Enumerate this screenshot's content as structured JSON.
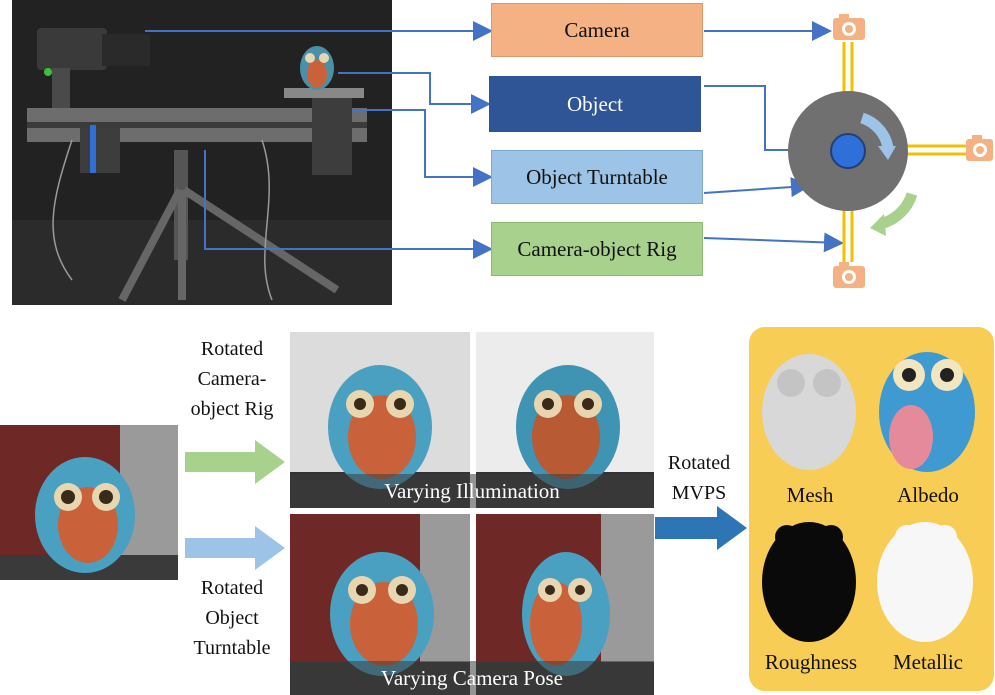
{
  "labels": {
    "camera": "Camera",
    "object": "Object",
    "object_turntable": "Object Turntable",
    "camera_object_rig": "Camera-object Rig"
  },
  "left_texts": {
    "rig": "Rotated Camera-object Rig",
    "rig_lines": [
      "Rotated",
      "Camera-",
      "object Rig"
    ],
    "turntable_lines": [
      "Rotated",
      "Object",
      "Turntable"
    ]
  },
  "captions": {
    "illumination": "Varying Illumination",
    "camera_pose": "Varying Camera Pose"
  },
  "mvps_lines": [
    "Rotated",
    "MVPS"
  ],
  "panel": {
    "mesh": "Mesh",
    "albedo": "Albedo",
    "roughness": "Roughness",
    "metallic": "Metallic"
  },
  "colors": {
    "camera_box": "#f4b183",
    "object_box": "#2f5597",
    "turntable_box": "#9dc3e6",
    "rig_box": "#a9d18e",
    "arrow_blue": "#4472c4",
    "rig_arrow": "#a9d18e",
    "turntable_arrow": "#9dc3e6",
    "mvps_arrow": "#2e75b6",
    "panel_bg": "#f8cd55",
    "disk": "#707070",
    "axis_yellow": "#f2c200"
  },
  "icons": [
    "camera-icon",
    "camera-icon",
    "camera-icon"
  ]
}
